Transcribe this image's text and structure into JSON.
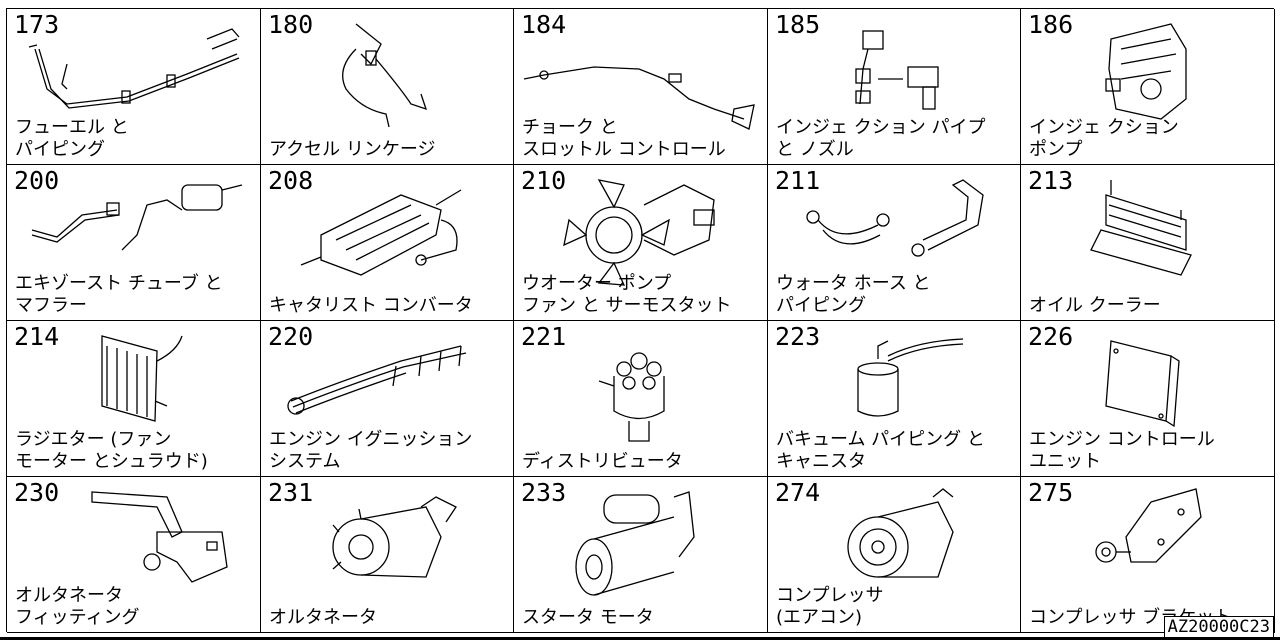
{
  "cells": [
    {
      "num": "173",
      "label1": "フューエル と",
      "label2": "パイピング"
    },
    {
      "num": "180",
      "label1": "",
      "label2": "アクセル リンケージ"
    },
    {
      "num": "184",
      "label1": "チョーク と",
      "label2": "スロットル コントロール"
    },
    {
      "num": "185",
      "label1": "インジェ クション パイプ",
      "label2": "と ノズル"
    },
    {
      "num": "186",
      "label1": "インジェ クション",
      "label2": "ポンプ"
    },
    {
      "num": "200",
      "label1": "エキゾースト チューブ と",
      "label2": "マフラー"
    },
    {
      "num": "208",
      "label1": "",
      "label2": "キャタリスト コンバータ"
    },
    {
      "num": "210",
      "label1": "ウオーター ポンプ",
      "label2": "ファン と サーモスタット"
    },
    {
      "num": "211",
      "label1": "ウォータ ホース と",
      "label2": "パイピング"
    },
    {
      "num": "213",
      "label1": "",
      "label2": "オイル クーラー"
    },
    {
      "num": "214",
      "label1": "ラジエター (ファン",
      "label2": "モーター とシュラウド)"
    },
    {
      "num": "220",
      "label1": "エンジン イグニッション",
      "label2": "システム"
    },
    {
      "num": "221",
      "label1": "",
      "label2": "ディストリビュータ"
    },
    {
      "num": "223",
      "label1": "バキューム パイピング と",
      "label2": "キャニスタ"
    },
    {
      "num": "226",
      "label1": "エンジン コントロール",
      "label2": "ユニット"
    },
    {
      "num": "230",
      "label1": "オルタネータ",
      "label2": "フィッティング"
    },
    {
      "num": "231",
      "label1": "",
      "label2": "オルタネータ"
    },
    {
      "num": "233",
      "label1": "",
      "label2": "スタータ モータ"
    },
    {
      "num": "274",
      "label1": "コンプレッサ",
      "label2": "(エアコン)"
    },
    {
      "num": "275",
      "label1": "",
      "label2": "コンプレッサ ブラケット"
    }
  ],
  "footer": {
    "code": "AZ20000C23"
  }
}
